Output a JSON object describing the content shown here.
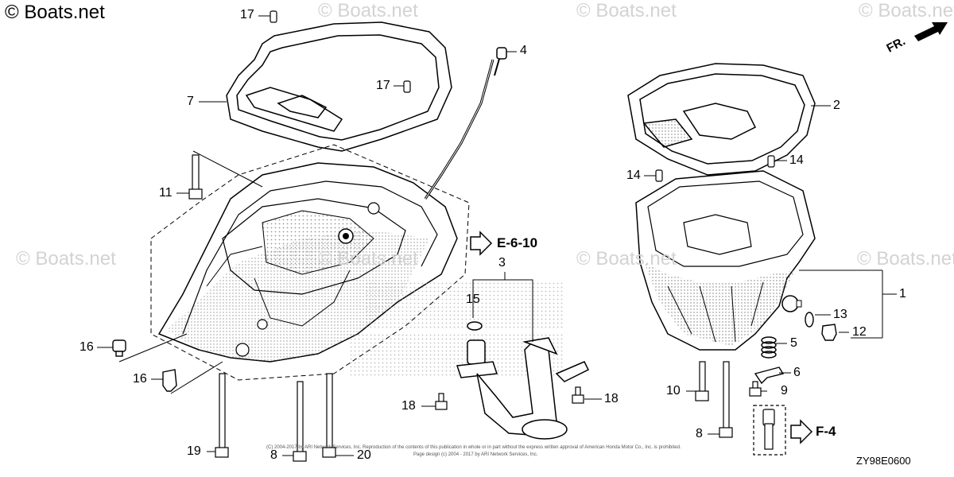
{
  "copyright": "© Boats.net",
  "watermark": "© Boats.net",
  "diagram_code": "ZY98E0600",
  "front_label": "FR.",
  "refs": {
    "e": "E-6-10",
    "f": "F-4"
  },
  "footer": {
    "line1": "(C) 2004-2017 by ARI Network Services, Inc. Reproduction of the contents of this publication in whole or in part without the express written approval of American Honda Motor Co., Inc. is prohibited.",
    "line2": "Page design (c) 2004 - 2017 by ARI Network Services, Inc."
  },
  "callouts": [
    "17",
    "4",
    "17",
    "7",
    "11",
    "2",
    "14",
    "14",
    "3",
    "15",
    "1",
    "13",
    "12",
    "16",
    "16",
    "5",
    "6",
    "10",
    "9",
    "18",
    "18",
    "19",
    "8",
    "20",
    "8"
  ],
  "colors": {
    "line": "#000000",
    "watermark": "#d3d3d3",
    "stipple": "#888888"
  }
}
